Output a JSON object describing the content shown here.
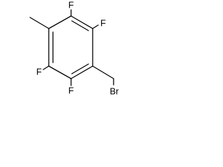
{
  "molecule": {
    "atoms": [
      {
        "id": "f-top",
        "label": "F"
      },
      {
        "id": "f-right",
        "label": "F"
      },
      {
        "id": "f-left",
        "label": "F"
      },
      {
        "id": "f-bottom",
        "label": "F"
      },
      {
        "id": "br",
        "label": "Br"
      }
    ],
    "colors": {
      "bond": "#000000",
      "label": "#000000",
      "background": "#ffffff"
    }
  }
}
